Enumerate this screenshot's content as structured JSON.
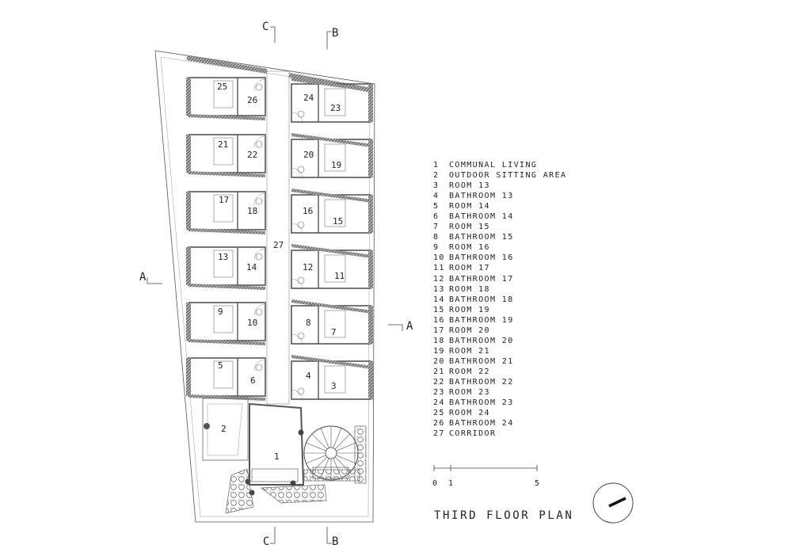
{
  "title": "THIRD FLOOR PLAN",
  "legend": [
    {
      "num": "1",
      "label": "COMMUNAL LIVING"
    },
    {
      "num": "2",
      "label": "OUTDOOR SITTING AREA"
    },
    {
      "num": "3",
      "label": "ROOM 13"
    },
    {
      "num": "4",
      "label": "BATHROOM 13"
    },
    {
      "num": "5",
      "label": "ROOM 14"
    },
    {
      "num": "6",
      "label": "BATHROOM 14"
    },
    {
      "num": "7",
      "label": "ROOM 15"
    },
    {
      "num": "8",
      "label": "BATHROOM 15"
    },
    {
      "num": "9",
      "label": "ROOM 16"
    },
    {
      "num": "10",
      "label": "BATHROOM 16"
    },
    {
      "num": "11",
      "label": "ROOM 17"
    },
    {
      "num": "12",
      "label": "BATHROOM 17"
    },
    {
      "num": "13",
      "label": "ROOM 18"
    },
    {
      "num": "14",
      "label": "BATHROOM 18"
    },
    {
      "num": "15",
      "label": "ROOM 19"
    },
    {
      "num": "16",
      "label": "BATHROOM 19"
    },
    {
      "num": "17",
      "label": "ROOM 20"
    },
    {
      "num": "18",
      "label": "BATHROOM 20"
    },
    {
      "num": "19",
      "label": "ROOM 21"
    },
    {
      "num": "20",
      "label": "BATHROOM 21"
    },
    {
      "num": "21",
      "label": "ROOM 22"
    },
    {
      "num": "22",
      "label": "BATHROOM 22"
    },
    {
      "num": "23",
      "label": "ROOM 23"
    },
    {
      "num": "24",
      "label": "BATHROOM 23"
    },
    {
      "num": "25",
      "label": "ROOM 24"
    },
    {
      "num": "26",
      "label": "BATHROOM 24"
    },
    {
      "num": "27",
      "label": "CORRIDOR"
    }
  ],
  "scale": {
    "ticks": [
      "0",
      "1",
      "5"
    ]
  },
  "section_markers": {
    "a": "A",
    "b": "B",
    "c": "C"
  },
  "plan_labels": {
    "n1": "1",
    "n2": "2",
    "n3": "3",
    "n4": "4",
    "n5": "5",
    "n6": "6",
    "n7": "7",
    "n8": "8",
    "n9": "9",
    "n10": "10",
    "n11": "11",
    "n12": "12",
    "n13": "13",
    "n14": "14",
    "n15": "15",
    "n16": "16",
    "n17": "17",
    "n18": "18",
    "n19": "19",
    "n20": "20",
    "n21": "21",
    "n22": "22",
    "n23": "23",
    "n24": "24",
    "n25": "25",
    "n26": "26",
    "n27": "27"
  },
  "colors": {
    "line": "#333333",
    "wall": "#555555",
    "paper": "#ffffff"
  }
}
